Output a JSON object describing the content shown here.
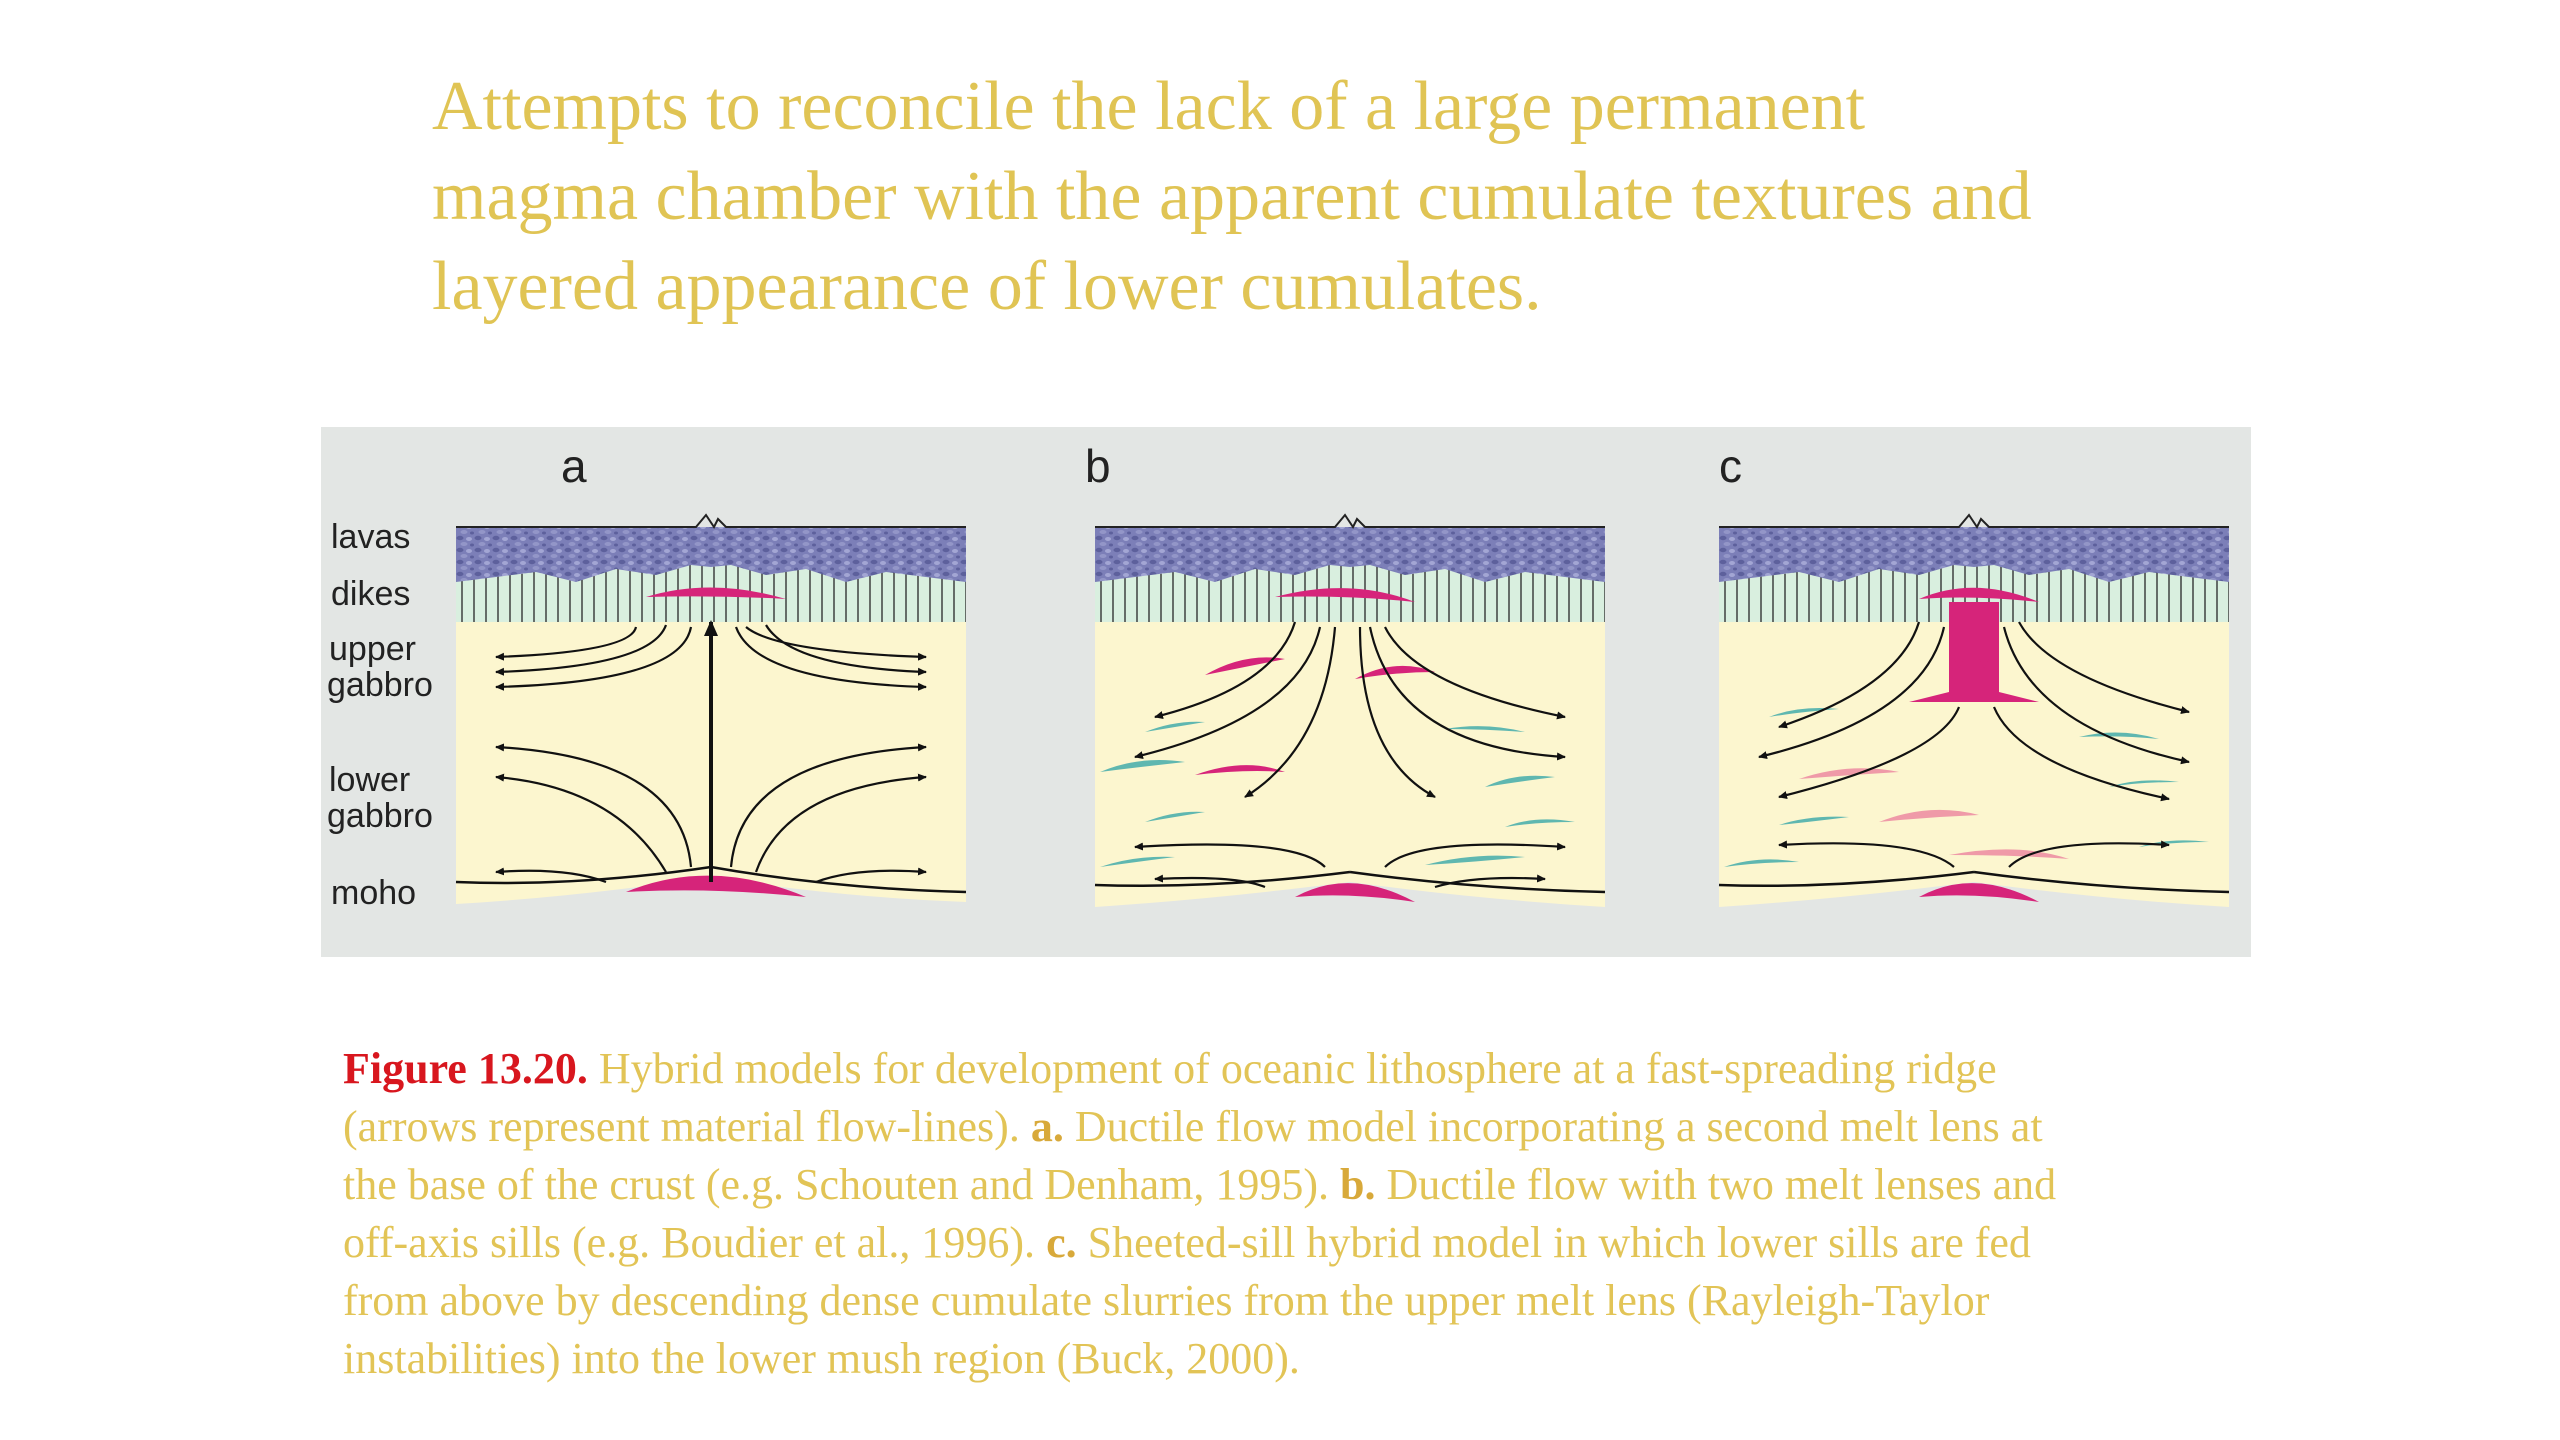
{
  "slide": {
    "title_lines": [
      "Attempts to reconcile the lack of a large permanent",
      "magma chamber with the apparent cumulate textures and",
      "layered appearance of lower cumulates."
    ]
  },
  "figure": {
    "panels": [
      {
        "letter": "a"
      },
      {
        "letter": "b"
      },
      {
        "letter": "c"
      }
    ],
    "layer_labels": {
      "lavas": "lavas",
      "dikes": "dikes",
      "upper_1": "upper",
      "upper_2": "gabbro",
      "lower_1": "lower",
      "lower_2": "gabbro",
      "moho": "moho"
    },
    "colors": {
      "background": "#e3e6e4",
      "lavas": "#7c7fb8",
      "dikes": "#d9efdf",
      "gabbro": "#fcf6cf",
      "melt_lens": "#d6247a",
      "sill_teal": "#5fb7b0",
      "sill_pink": "#ef9aa8"
    }
  },
  "caption": {
    "figure_number": "Figure 13.20.",
    "line1_rest": " Hybrid models for development of oceanic lithosphere at a fast-spreading ridge",
    "line2_text": "(arrows represent material flow-lines). ",
    "line2_a": "a.",
    "line2_rest": " Ductile flow model incorporating a second melt lens at",
    "line3_text": "the base of the crust (e.g. Schouten and Denham, 1995). ",
    "line3_b": "b.",
    "line3_rest": " Ductile flow with two melt lenses and",
    "line4_text": "off-axis sills (e.g. Boudier et al., 1996). ",
    "line4_c": "c.",
    "line4_rest": " Sheeted-sill hybrid model in which lower sills are fed",
    "line5": "from above by descending dense cumulate slurries from the upper melt lens (Rayleigh-Taylor",
    "line6": "instabilities) into the lower mush region (Buck, 2000)."
  }
}
